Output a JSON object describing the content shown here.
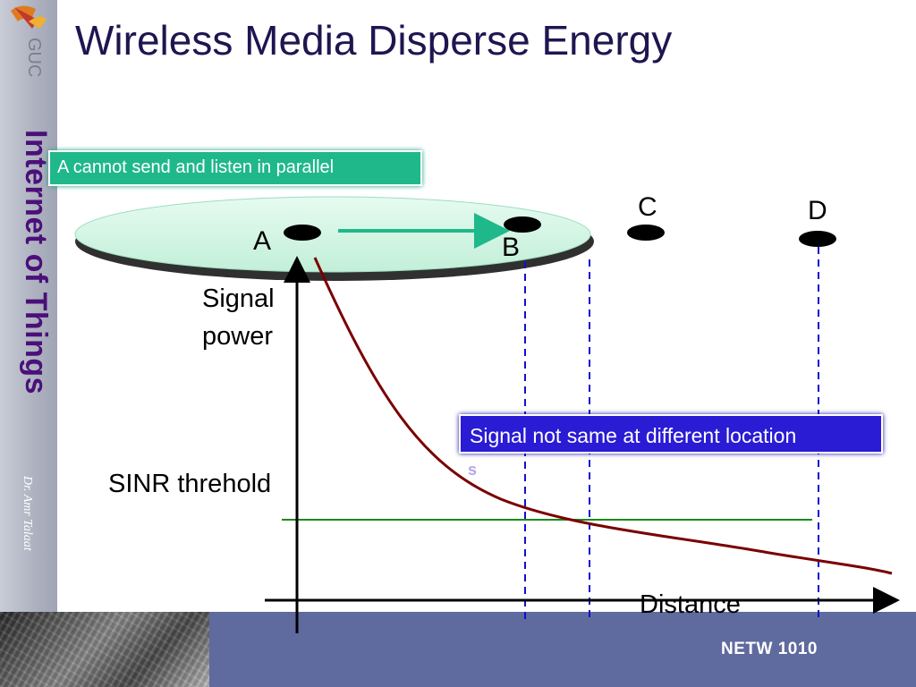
{
  "slide": {
    "title": "Wireless Media Disperse Energy",
    "sidebar_title": "Internet of Things",
    "author": "Dr. Amr Talaat",
    "course_code": "NETW 1010",
    "logo_text": "GUC"
  },
  "diagram": {
    "callouts": {
      "parallel": "A cannot send and listen in parallel",
      "signal": "Signal not same at different location"
    },
    "nodes": {
      "a": "A",
      "b": "B",
      "c": "C",
      "d": "D"
    },
    "y_axis_label": {
      "line1": "Signal",
      "line2": "power"
    },
    "x_axis_label": "Distance",
    "threshold_label": "SINR threhold",
    "stray_text": "s"
  },
  "colors": {
    "title": "#1e1650",
    "sidebar_title": "#4b0f7a",
    "callout_green": "#1fb88a",
    "callout_blue": "#2a1bd4",
    "decay_curve": "#7a0000",
    "threshold_line": "#1a8a1a",
    "dashed_lines": "#1010cc",
    "range_ellipse": "#d8f7e8",
    "footer": "#5f6a9e"
  }
}
